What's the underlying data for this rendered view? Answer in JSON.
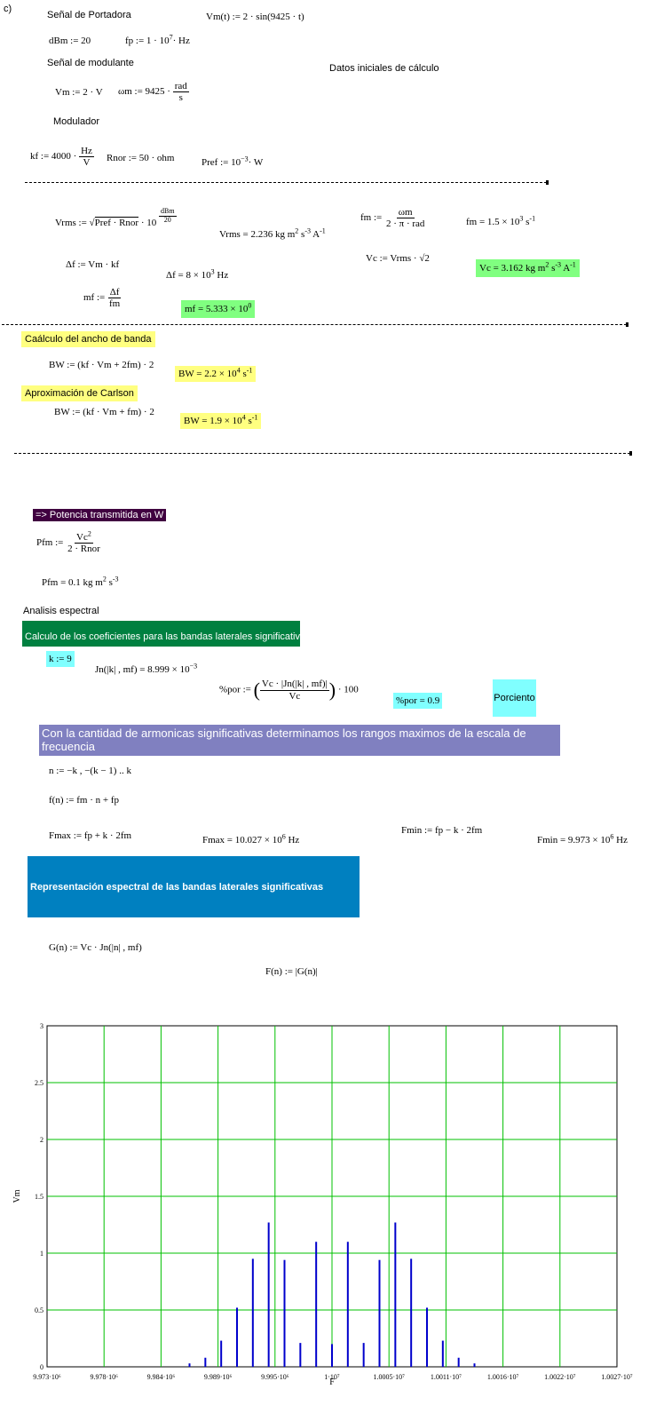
{
  "part_label": "c)",
  "carrier": {
    "heading": "Señal de Portadora",
    "vm_t": "Vm(t) := 2 · sin(9425 · t)",
    "dbm": "dBm := 20",
    "fp_lhs": "fp := 1 · 10",
    "fp_exp": "7",
    "fp_unit": "· Hz"
  },
  "modulating": {
    "heading": "Señal de modulante",
    "vm": "Vm := 2 · V",
    "wm_lhs": "ωm := 9425 ·",
    "wm_num": "rad",
    "wm_den": "s"
  },
  "modulator": {
    "heading": "Modulador",
    "kf_lhs": "kf := 4000 ·",
    "kf_num": "Hz",
    "kf_den": "V",
    "rnor": "Rnor := 50 · ohm",
    "pref_lhs": "Pref := 10",
    "pref_exp": "−3",
    "pref_unit": "· W"
  },
  "initial_data_label": "Datos iniciales de cálculo",
  "calc": {
    "vrms_def_a": "Vrms := √",
    "vrms_def_b": "Pref · Rnor",
    "vrms_def_c": " · 10",
    "vrms_exp_num": "dBm",
    "vrms_exp_den": "20",
    "vrms_res_a": "Vrms = 2.236 kg m",
    "vrms_res_b": " s",
    "vrms_res_c": " A",
    "fm_def_lhs": "fm :=",
    "fm_def_num": "ωm",
    "fm_def_den": "2 · π · rad",
    "fm_res_a": "fm = 1.5 × 10",
    "fm_res_exp": "3",
    "fm_res_b": " s",
    "vc_def": "Vc := Vrms · √2",
    "vc_res_a": "Vc = 3.162 kg m",
    "vc_res_b": " s",
    "vc_res_c": " A",
    "df_def": "Δf := Vm · kf",
    "df_res_a": "Δf = 8 × 10",
    "df_res_exp": "3",
    "df_res_b": " Hz",
    "mf_def_lhs": "mf :=",
    "mf_def_num": "Δf",
    "mf_def_den": "fm",
    "mf_res_a": "mf = 5.333 × 10",
    "mf_res_exp": "0"
  },
  "bandwidth": {
    "heading": "Caálculo del ancho de banda",
    "bw_def": "BW := (kf · Vm + 2fm) · 2",
    "bw_res_a": "BW = 2.2 × 10",
    "bw_res_exp": "4",
    "bw_res_b": " s",
    "carson_heading": "Aproximación de Carlson",
    "bwc_def": "BW := (kf · Vm + fm) · 2",
    "bwc_res_a": "BW = 1.9 × 10",
    "bwc_res_exp": "4",
    "bwc_res_b": " s"
  },
  "power": {
    "heading": "=> Potencia transmitida en W",
    "pfm_lhs": "Pfm :=",
    "pfm_num": "Vc",
    "pfm_num_exp": "2",
    "pfm_den": "2 · Rnor",
    "pfm_res_a": "Pfm = 0.1 kg m",
    "pfm_res_b": " s"
  },
  "spectral": {
    "heading": "Analisis espectral",
    "coef_heading": "Calculo de los coeficientes para las bandas laterales significativas",
    "k_def": "k := 9",
    "jn_res_a": "Jn(|k| , mf) = 8.999 × 10",
    "jn_res_exp": "−3",
    "por_lhs": "%por :=",
    "por_num": "Vc · |Jn(|k| , mf)|",
    "por_den": "Vc",
    "por_tail": "· 100",
    "por_res": "%por = 0.9",
    "porciento_label": "Porciento",
    "range_heading": "Con la cantidad de armonicas significativas determinamos los rangos maximos de la escala de frecuencia",
    "n_def": "n := −k , −(k − 1) .. k",
    "f_def": "f(n) := fm · n + fp",
    "fmax_def": "Fmax := fp + k · 2fm",
    "fmax_res_a": "Fmax = 10.027 × 10",
    "fmax_res_exp": "6",
    "fmax_res_b": " Hz",
    "fmin_def": "Fmin := fp − k · 2fm",
    "fmin_res_a": "Fmin = 9.973 × 10",
    "fmin_res_exp": "6",
    "fmin_res_b": " Hz",
    "rep_heading": "Representación espectral de las bandas laterales significativas",
    "g_def": "G(n) := Vc · Jn(|n| , mf)",
    "F_def": "F(n) := |G(n)|"
  },
  "colors": {
    "grid": "#00c000",
    "bars": "#0000cc",
    "green_box": "#80ff80",
    "yellow_box": "#ffff80",
    "cyan_box": "#80ffff",
    "power_bg": "#400040",
    "coef_bg": "#008040",
    "range_bg": "#8080c0",
    "rep_bg": "#0080c0"
  },
  "chart_data": {
    "type": "bar",
    "xlabel": "F",
    "ylabel": "Vm",
    "xlim": [
      9973000,
      10027000
    ],
    "ylim": [
      0,
      3
    ],
    "grid": true,
    "x_tick_values": [
      9973000,
      9978400,
      9983800,
      9989200,
      9994600,
      10000000,
      10005400,
      10010800,
      10016200,
      10021600,
      10027000
    ],
    "x_tick_labels": [
      "9.973·10⁶",
      "9.978·10⁶",
      "9.984·10⁶",
      "9.989·10⁶",
      "9.995·10⁶",
      "1·10⁷",
      "1.0005·10⁷",
      "1.0011·10⁷",
      "1.0016·10⁷",
      "1.0022·10⁷",
      "1.0027·10⁷"
    ],
    "y_tick_values": [
      0,
      0.5,
      1,
      1.5,
      2,
      2.5,
      3
    ],
    "y_tick_labels": [
      "0",
      "0.5",
      "1",
      "1.5",
      "2",
      "2.5",
      "3"
    ],
    "x": [
      9986500,
      9988000,
      9989500,
      9991000,
      9992500,
      9994000,
      9995500,
      9997000,
      9998500,
      10000000,
      10001500,
      10003000,
      10004500,
      10006000,
      10007500,
      10009000,
      10010500,
      10012000,
      10013500
    ],
    "values": [
      0.03,
      0.08,
      0.23,
      0.52,
      0.95,
      1.27,
      0.94,
      0.21,
      1.1,
      0.2,
      1.1,
      0.21,
      0.94,
      1.27,
      0.95,
      0.52,
      0.23,
      0.08,
      0.03
    ]
  }
}
